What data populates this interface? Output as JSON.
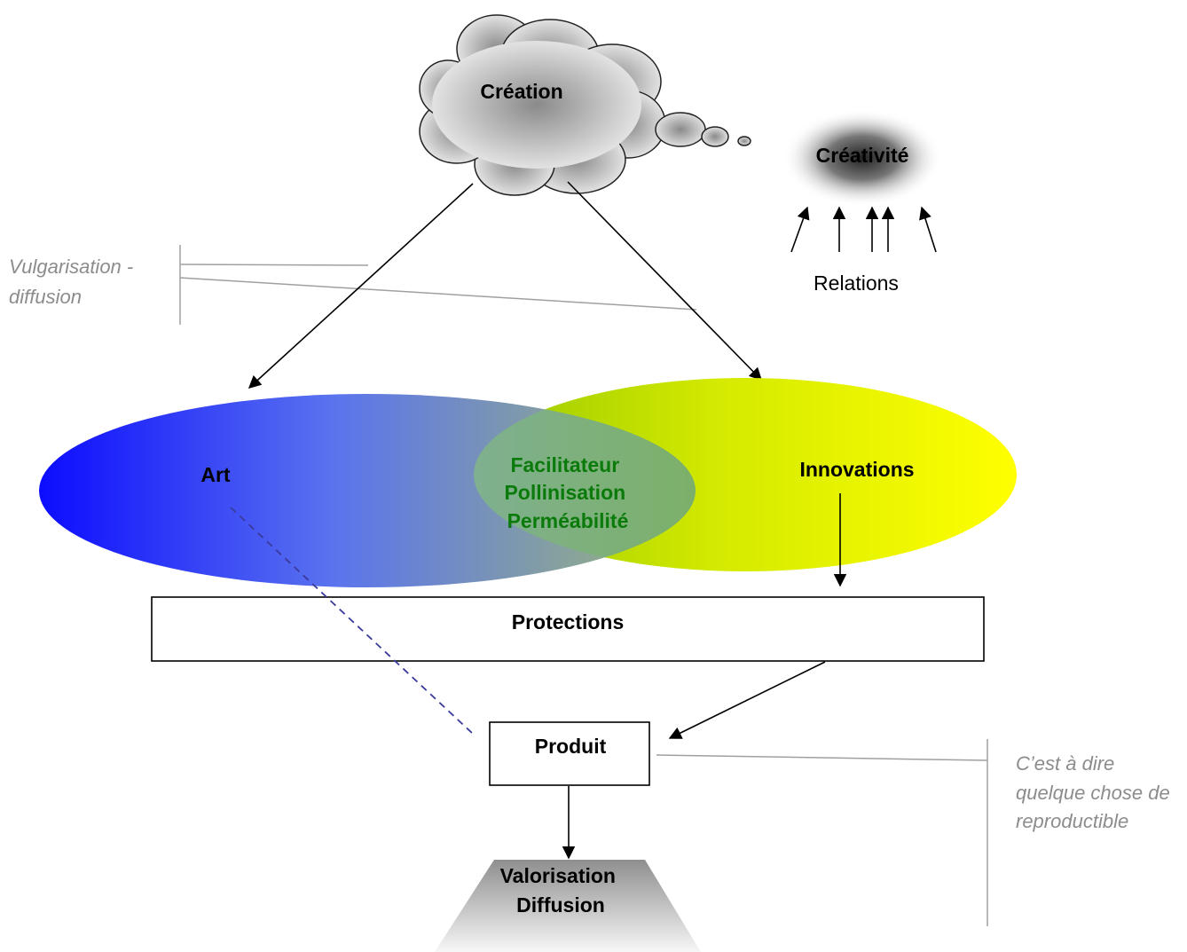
{
  "nodes": {
    "creation": "Création",
    "creativite": "Créativité",
    "relations": "Relations",
    "art": "Art",
    "overlap": [
      "Facilitateur",
      "Pollinisation",
      "Perméabilité"
    ],
    "innovations": "Innovations",
    "protections": "Protections",
    "produit": "Produit",
    "valorisation": [
      "Valorisation",
      "Diffusion"
    ]
  },
  "notes": {
    "vulgarisation": [
      "Vulgarisation -",
      "diffusion"
    ],
    "reproductible": [
      "C’est à dire",
      "quelque chose de",
      "reproductible"
    ]
  },
  "colors": {
    "art_blue": "#1010ff",
    "innovation_yellow": "#ffff00",
    "overlap_green": "#0a7a0a",
    "note_gray": "#8c8c8c",
    "dashed_line": "#3a3a9a"
  }
}
